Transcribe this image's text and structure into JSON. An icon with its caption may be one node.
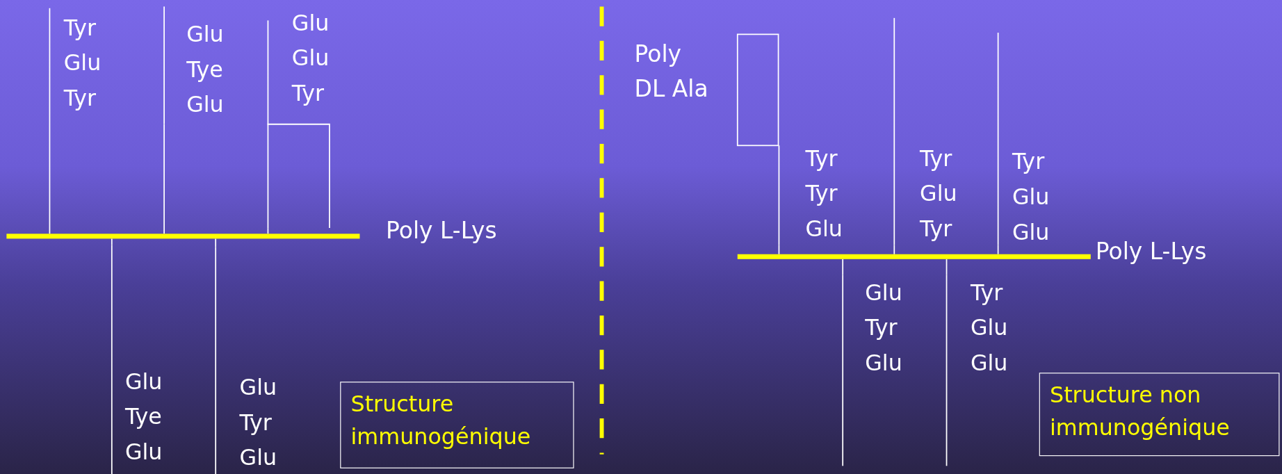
{
  "diagram": {
    "nodes": [
      {
        "text": [],
        "shape": "bar",
        "beside": [
          "Poly L-Lys"
        ]
      },
      {
        "text": [
          "Tyr Glu Tyr"
        ]
      },
      {
        "text": [
          "Glu Tye Glu"
        ]
      },
      {
        "text": [
          "Glu Glu Tyr"
        ]
      },
      {
        "text": [
          "Glu Tye Glu"
        ]
      },
      {
        "text": [
          "Glu Tyr Glu"
        ]
      },
      {
        "text": [
          "Structure immunogénique"
        ]
      },
      {
        "text": [
          "Poly DL Ala"
        ]
      },
      {
        "text": [],
        "shape": "bar",
        "beside": [
          "Poly L-Lys"
        ]
      },
      {
        "text": [
          "Tyr Tyr Glu"
        ]
      },
      {
        "text": [
          "Tyr Glu Tyr"
        ]
      },
      {
        "text": [
          "Tyr Glu Glu"
        ]
      },
      {
        "text": [
          "Glu Tyr Glu"
        ]
      },
      {
        "text": [
          "Tyr Glu Glu"
        ]
      },
      {
        "text": [
          "Structure non immunogénique"
        ]
      }
    ],
    "edges": [
      {
        "from": 1,
        "to": 0,
        "arrow": "none"
      },
      {
        "from": 2,
        "to": 0,
        "arrow": "none"
      },
      {
        "from": 3,
        "to": 0,
        "arrow": "none"
      },
      {
        "from": 4,
        "to": 0,
        "arrow": "none"
      },
      {
        "from": 5,
        "to": 0,
        "arrow": "none"
      },
      {
        "from": 9,
        "to": 8,
        "arrow": "none"
      },
      {
        "from": 10,
        "to": 8,
        "arrow": "none"
      },
      {
        "from": 11,
        "to": 8,
        "arrow": "none"
      },
      {
        "from": 12,
        "to": 8,
        "arrow": "none"
      },
      {
        "from": 13,
        "to": 8,
        "arrow": "none"
      }
    ]
  }
}
